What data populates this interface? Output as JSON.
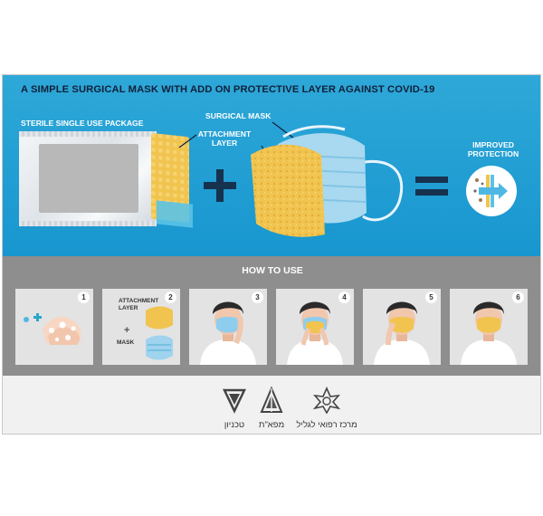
{
  "top_panel": {
    "headline": "A SIMPLE SURGICAL MASK WITH ADD ON PROTECTIVE LAYER AGAINST COVID-19",
    "sterile_label": "STERILE SINGLE USE PACKAGE",
    "surgical_mask_label": "SURGICAL MASK",
    "attachment_label": "ATTACHMENT LAYER",
    "improved_label": "IMPROVED PROTECTION"
  },
  "how_to": {
    "title": "HOW TO USE",
    "steps": [
      {
        "number": "1"
      },
      {
        "number": "2",
        "attachment_label": "ATTACHMENT LAYER",
        "plus": "+",
        "mask_label": "MASK"
      },
      {
        "number": "3"
      },
      {
        "number": "4"
      },
      {
        "number": "5"
      },
      {
        "number": "6"
      }
    ]
  },
  "logos": [
    {
      "name": "טכניון",
      "icon": "technion-logo"
    },
    {
      "name": "מפא\"ת",
      "icon": "mafat-logo"
    },
    {
      "name": "מרכז רפואי לגליל",
      "icon": "galilee-medical-center-logo"
    }
  ],
  "colors": {
    "top_bg": "#1896cf",
    "mid_bg": "#8e8e8e",
    "dark_navy": "#16324e",
    "pad_yellow": "#f0c44e",
    "mask_blue": "#9fd3ee",
    "bottom_bg": "#f1f1f1"
  }
}
